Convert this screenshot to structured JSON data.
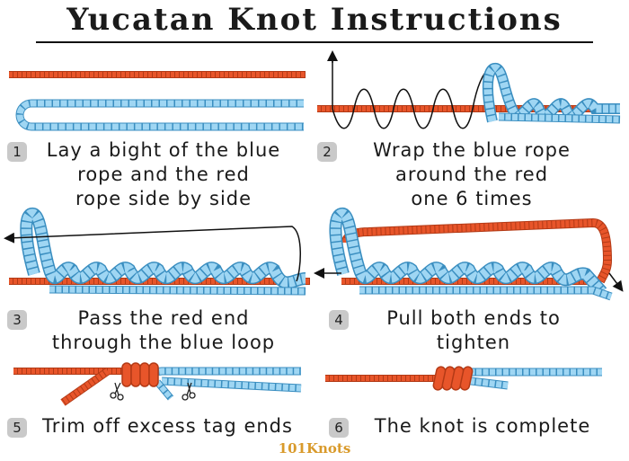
{
  "title": "Yucatan Knot Instructions",
  "steps": [
    {
      "number": "1",
      "lines": [
        "Lay a bight of the blue",
        "rope and the red",
        "rope side by side"
      ]
    },
    {
      "number": "2",
      "lines": [
        "Wrap the blue rope",
        "around the red",
        "one 6 times"
      ]
    },
    {
      "number": "3",
      "lines": [
        "Pass the red end",
        "through the blue loop"
      ]
    },
    {
      "number": "4",
      "lines": [
        "Pull both ends to",
        "tighten"
      ]
    },
    {
      "number": "5",
      "lines": [
        "Trim off excess tag ends"
      ]
    },
    {
      "number": "6",
      "lines": [
        "The knot is complete"
      ]
    }
  ],
  "logo": "101Knots",
  "colors": {
    "red_rope": "#e8552a",
    "blue_rope": "#8fcff0",
    "text": "#1a1a1a",
    "badge": "#c9c9c9"
  },
  "icons": [
    "scissors-icon",
    "arrow-icon"
  ]
}
